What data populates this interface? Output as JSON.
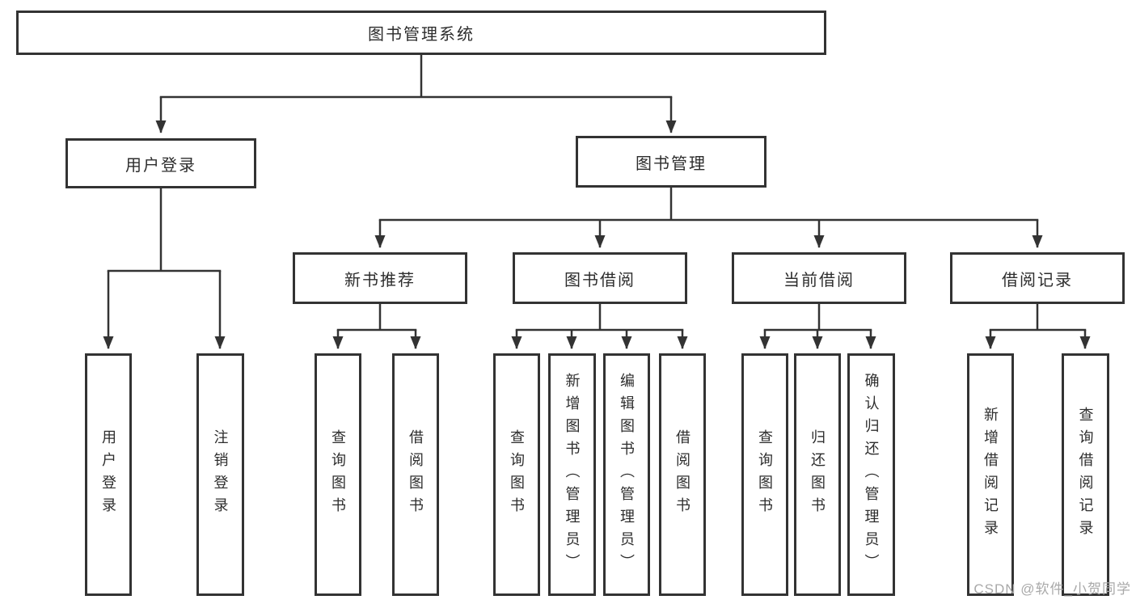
{
  "diagram": {
    "type": "hierarchy-tree",
    "watermark": "CSDN @软件_小贺同学",
    "colors": {
      "line": "#333333",
      "box_border": "#333333",
      "box_fill": "#ffffff",
      "text": "#2d2d2d",
      "watermark": "#a9a9a9",
      "background": "#ffffff"
    }
  },
  "tree": {
    "label": "图书管理系统",
    "children": [
      {
        "label": "用户登录",
        "children": [
          {
            "label": "用户登录"
          },
          {
            "label": "注销登录"
          }
        ]
      },
      {
        "label": "图书管理",
        "children": [
          {
            "label": "新书推荐",
            "children": [
              {
                "label": "查询图书"
              },
              {
                "label": "借阅图书"
              }
            ]
          },
          {
            "label": "图书借阅",
            "children": [
              {
                "label": "查询图书"
              },
              {
                "label": "新增图书（管理员）"
              },
              {
                "label": "编辑图书（管理员）"
              },
              {
                "label": "借阅图书"
              }
            ]
          },
          {
            "label": "当前借阅",
            "children": [
              {
                "label": "查询图书"
              },
              {
                "label": "归还图书"
              },
              {
                "label": "确认归还（管理员）"
              }
            ]
          },
          {
            "label": "借阅记录",
            "children": [
              {
                "label": "新增借阅记录"
              },
              {
                "label": "查询借阅记录"
              }
            ]
          }
        ]
      }
    ]
  }
}
